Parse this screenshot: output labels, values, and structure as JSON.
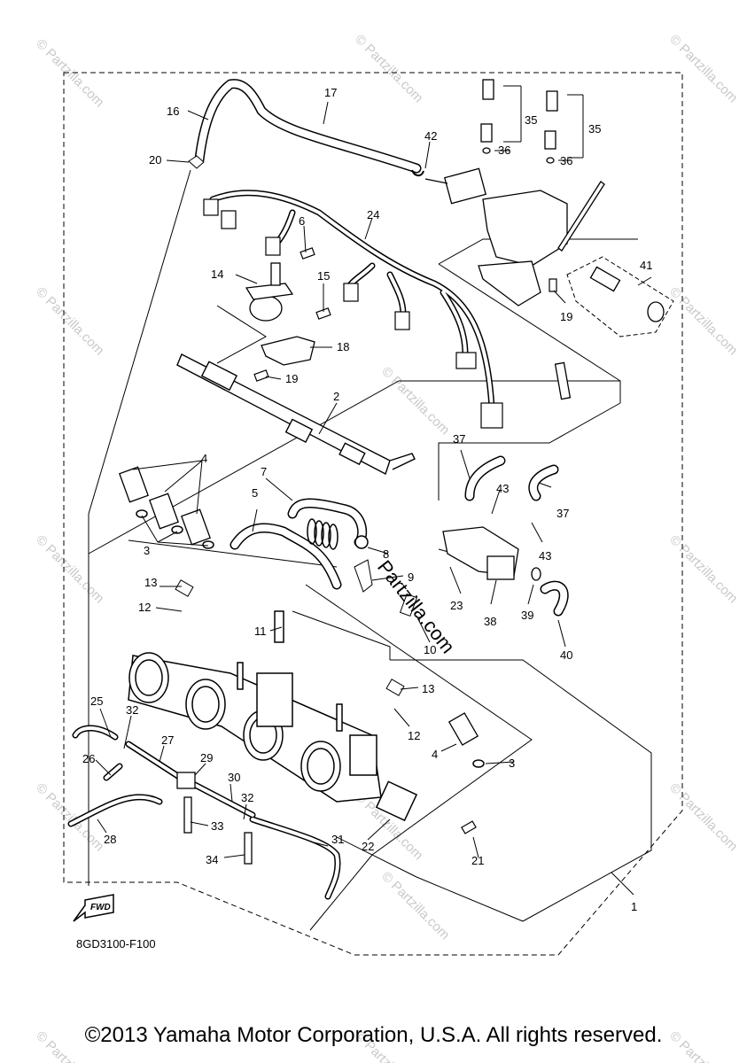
{
  "diagram": {
    "drawing_code": "8GD3100-F100",
    "fwd_label": "FWD",
    "copyright": "©2013 Yamaha Motor Corporation, U.S.A. All rights reserved.",
    "watermark": "© Partzilla.com",
    "center_watermark": "Partzilla.com",
    "callouts": [
      {
        "id": "c1",
        "text": "1"
      },
      {
        "id": "c2",
        "text": "2"
      },
      {
        "id": "c3a",
        "text": "3"
      },
      {
        "id": "c3b",
        "text": "3"
      },
      {
        "id": "c4a",
        "text": "4"
      },
      {
        "id": "c4b",
        "text": "4"
      },
      {
        "id": "c5",
        "text": "5"
      },
      {
        "id": "c6",
        "text": "6"
      },
      {
        "id": "c7",
        "text": "7"
      },
      {
        "id": "c8",
        "text": "8"
      },
      {
        "id": "c9",
        "text": "9"
      },
      {
        "id": "c10",
        "text": "10"
      },
      {
        "id": "c11",
        "text": "11"
      },
      {
        "id": "c12a",
        "text": "12"
      },
      {
        "id": "c12b",
        "text": "12"
      },
      {
        "id": "c13a",
        "text": "13"
      },
      {
        "id": "c13b",
        "text": "13"
      },
      {
        "id": "c14",
        "text": "14"
      },
      {
        "id": "c15",
        "text": "15"
      },
      {
        "id": "c16",
        "text": "16"
      },
      {
        "id": "c17",
        "text": "17"
      },
      {
        "id": "c18",
        "text": "18"
      },
      {
        "id": "c19a",
        "text": "19"
      },
      {
        "id": "c19b",
        "text": "19"
      },
      {
        "id": "c20",
        "text": "20"
      },
      {
        "id": "c21",
        "text": "21"
      },
      {
        "id": "c22",
        "text": "22"
      },
      {
        "id": "c23",
        "text": "23"
      },
      {
        "id": "c24",
        "text": "24"
      },
      {
        "id": "c25",
        "text": "25"
      },
      {
        "id": "c26",
        "text": "26"
      },
      {
        "id": "c27",
        "text": "27"
      },
      {
        "id": "c28",
        "text": "28"
      },
      {
        "id": "c29",
        "text": "29"
      },
      {
        "id": "c30",
        "text": "30"
      },
      {
        "id": "c31",
        "text": "31"
      },
      {
        "id": "c32a",
        "text": "32"
      },
      {
        "id": "c32b",
        "text": "32"
      },
      {
        "id": "c33",
        "text": "33"
      },
      {
        "id": "c34",
        "text": "34"
      },
      {
        "id": "c35a",
        "text": "35"
      },
      {
        "id": "c35b",
        "text": "35"
      },
      {
        "id": "c36a",
        "text": "36"
      },
      {
        "id": "c36b",
        "text": "36"
      },
      {
        "id": "c37a",
        "text": "37"
      },
      {
        "id": "c37b",
        "text": "37"
      },
      {
        "id": "c38",
        "text": "38"
      },
      {
        "id": "c39",
        "text": "39"
      },
      {
        "id": "c40",
        "text": "40"
      },
      {
        "id": "c41",
        "text": "41"
      },
      {
        "id": "c42",
        "text": "42"
      },
      {
        "id": "c43a",
        "text": "43"
      },
      {
        "id": "c43b",
        "text": "43"
      }
    ]
  }
}
